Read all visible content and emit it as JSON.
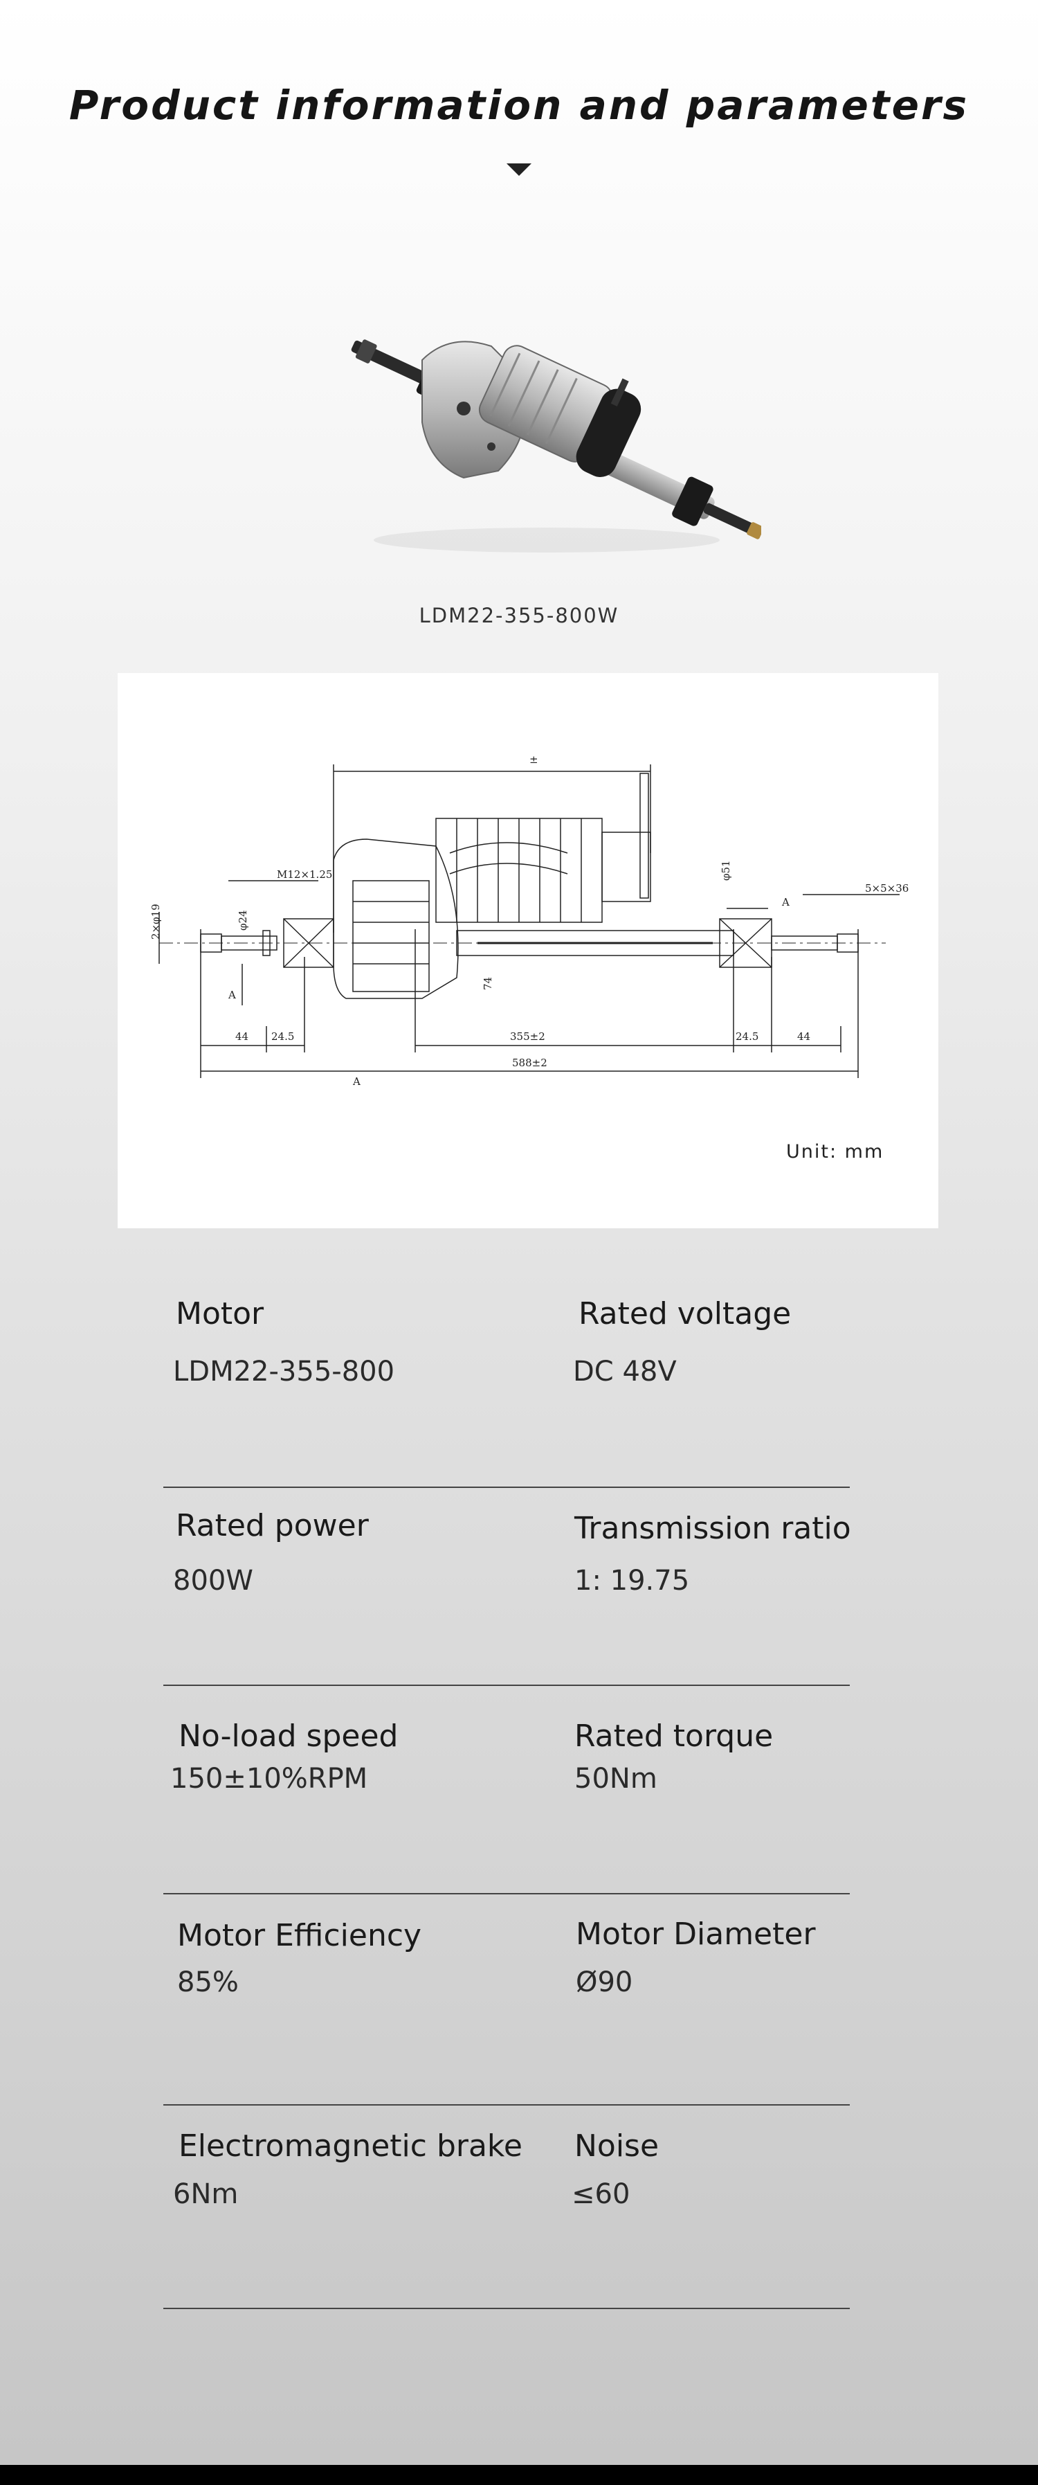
{
  "header": {
    "title": "Product information and parameters"
  },
  "product": {
    "image_icon": "electric-transaxle-motor",
    "caption": "LDM22-355-800W"
  },
  "drawing": {
    "unit_label": "Unit: mm",
    "dimensions": {
      "top": "±",
      "thread": "M12×1.25",
      "key_right": "5×5×36",
      "key_left": "2×φ19",
      "dia_24": "φ24",
      "dia_51": "φ51",
      "section_a_top": "A",
      "section_a_left": "A",
      "section_a_bottom": "A",
      "left_44": "44",
      "left_245": "24.5",
      "right_245": "24.5",
      "right_44": "44",
      "housing_74": "74",
      "len_355": "355±2",
      "len_588": "588±2"
    }
  },
  "specs": {
    "motor": {
      "label": "Motor",
      "value": "LDM22-355-800"
    },
    "rated_voltage": {
      "label": "Rated voltage",
      "value": "DC 48V"
    },
    "rated_power": {
      "label": "Rated power",
      "value": "800W"
    },
    "transmission_ratio": {
      "label": "Transmission ratio",
      "value": "1: 19.75"
    },
    "no_load_speed": {
      "label": "No-load speed",
      "value": "150±10%RPM"
    },
    "rated_torque": {
      "label": "Rated torque",
      "value": "50Nm"
    },
    "motor_efficiency": {
      "label": "Motor Efficiency",
      "value": "85%"
    },
    "motor_diameter": {
      "label": "Motor Diameter",
      "value": "Ø90"
    },
    "electromagnetic_brake": {
      "label": "Electromagnetic brake",
      "value": "6Nm"
    },
    "noise": {
      "label": "Noise",
      "value": "≤60"
    }
  }
}
